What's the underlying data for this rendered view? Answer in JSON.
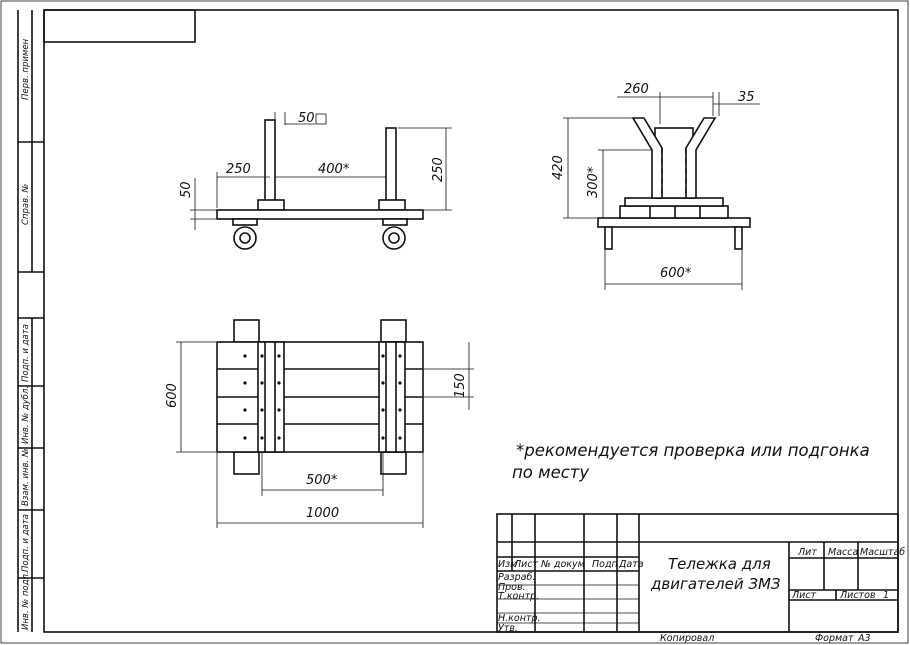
{
  "drawing": {
    "note": {
      "line1": "*рекомендуется проверка или подгонка",
      "line2": "по месту"
    },
    "front_view": {
      "dims": {
        "top": "50",
        "left": "250",
        "middle": "400*",
        "right": "250",
        "height": "50"
      }
    },
    "side_view": {
      "dims": {
        "top": "260",
        "right": "35",
        "height1": "420",
        "height2": "300*",
        "bottom": "600*"
      }
    },
    "top_view": {
      "dims": {
        "height": "600",
        "right": "150",
        "middle": "500*",
        "total": "1000"
      }
    }
  },
  "title_block": {
    "title_line1": "Тележка для",
    "title_line2": "двигателей ЗМЗ",
    "col_izm": "Изм",
    "col_list": "Лист",
    "col_docum": "№ докум",
    "col_podp": "Подп",
    "col_data": "Дата",
    "row_razrab": "Разраб.",
    "row_prov": "Пров.",
    "row_tkontr": "Т.контр.",
    "row_nkontr": "Н.контр.",
    "row_utv": "Утв.",
    "lit": "Лит",
    "massa": "Масса",
    "masshtab": "Масштаб",
    "list": "Лист",
    "listov": "Листов",
    "listov_value": "1"
  },
  "footer": {
    "copied": "Копировал",
    "format": "Формат",
    "format_value": "А3"
  },
  "side_stamp": {
    "perv_primen": "Перв. примен",
    "sprav_no": "Справ. №",
    "podp_data_1": "Подп. и дата",
    "inv_dubl": "Инв. № дубл.",
    "vzam_inv": "Взам. инв. №",
    "podp_data_2": "Подп. и дата",
    "inv_podl": "Инв. № подл."
  }
}
